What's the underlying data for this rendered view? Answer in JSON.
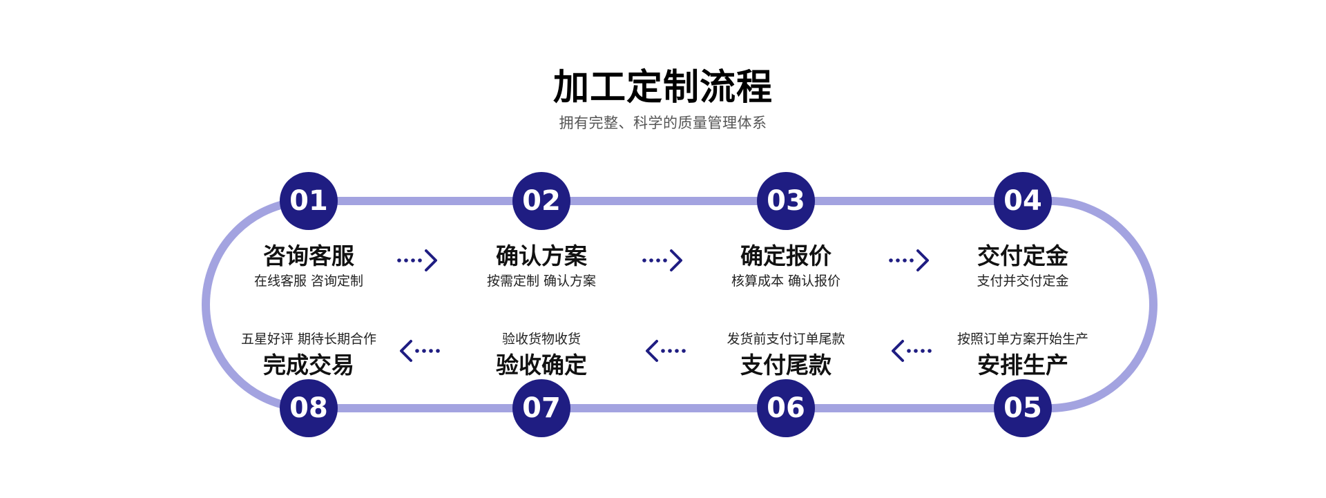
{
  "header": {
    "title": "加工定制流程",
    "subtitle": "拥有完整、科学的质量管理体系"
  },
  "colors": {
    "badge": "#1f1d82",
    "track": "#a3a3e0",
    "arrow": "#1f1d82"
  },
  "steps": [
    {
      "number": "01",
      "title": "咨询客服",
      "desc": "在线客服 咨询定制"
    },
    {
      "number": "02",
      "title": "确认方案",
      "desc": "按需定制 确认方案"
    },
    {
      "number": "03",
      "title": "确定报价",
      "desc": "核算成本 确认报价"
    },
    {
      "number": "04",
      "title": "交付定金",
      "desc": "支付并交付定金"
    },
    {
      "number": "05",
      "title": "安排生产",
      "desc": "按照订单方案开始生产"
    },
    {
      "number": "06",
      "title": "支付尾款",
      "desc": "发货前支付订单尾款"
    },
    {
      "number": "07",
      "title": "验收确定",
      "desc": "验收货物收货"
    },
    {
      "number": "08",
      "title": "完成交易",
      "desc": "五星好评 期待长期合作"
    }
  ]
}
